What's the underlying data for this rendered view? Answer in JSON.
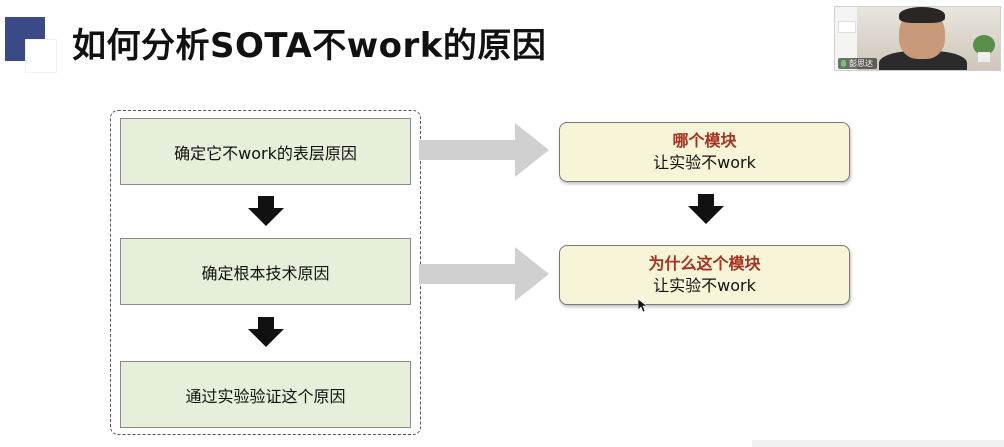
{
  "slide": {
    "title": "如何分析SOTA不work的原因",
    "steps": [
      {
        "label": "确定它不work的表层原因"
      },
      {
        "label": "确定根本技术原因"
      },
      {
        "label": "通过实验验证这个原因"
      }
    ],
    "cards": [
      {
        "title": "哪个模块",
        "subtitle": "让实验不work"
      },
      {
        "title": "为什么这个模块",
        "subtitle": "让实验不work"
      }
    ]
  },
  "webcam": {
    "participant_name": "彭思达"
  },
  "colors": {
    "logo_navy": "#3a4a86",
    "step_fill": "#e6efd9",
    "card_fill": "#f7f4d8",
    "card_title_red": "#a8321f",
    "connector_gray": "#d0d0d0"
  },
  "icons": [
    "microphone-icon",
    "down-arrow-icon",
    "right-arrow-icon",
    "mouse-cursor-icon"
  ]
}
